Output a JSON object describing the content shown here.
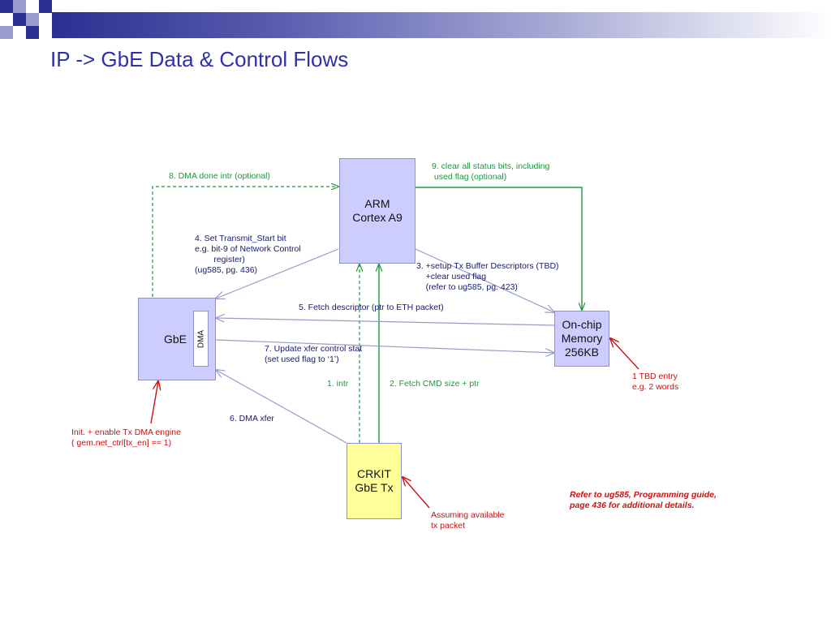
{
  "title": "IP -> GbE Data & Control Flows",
  "colors": {
    "box_fill": "#ccccff",
    "crkit_fill": "#ffff99",
    "title_color": "#2e31a8",
    "green_flow": "#1a9a3a",
    "gray_flow": "#9a9ac8",
    "red_note": "#cc1111"
  },
  "nodes": {
    "arm": [
      "ARM",
      "Cortex A9"
    ],
    "gbe": "GbE",
    "dma": "DMA",
    "memory": [
      "On-chip",
      "Memory",
      "256KB"
    ],
    "crkit": [
      "CRKIT",
      "GbE Tx"
    ]
  },
  "flows": {
    "intr": "1. intr",
    "fetch_cmd": "2. Fetch CMD size + ptr",
    "setup_desc": "3. +setup Tx Buffer Descriptors (TBD)\n    +clear used flag\n    (refer to ug585, pg. 423)",
    "set_tx_start": "4. Set Transmit_Start bit\ne.g. bit-9 of Network Control\n        register)\n(ug585, pg. 436)",
    "fetch_desc": "5. Fetch descriptor (ptr to ETH packet)",
    "dma_xfer": "6. DMA xfer",
    "update_stat": "7. Update xfer control stat\n(set used flag to ‘1’)",
    "dma_done": "8. DMA done intr (optional)",
    "clear_status": "9. clear all status bits, including\n used flag (optional)"
  },
  "annotations": {
    "tbd_entry": "1 TBD entry\ne.g. 2 words",
    "init_enable": "Init. + enable Tx DMA engine\n( gem.net_ctrl[tx_en] == 1)",
    "assuming": "Assuming available\ntx packet",
    "refer": "Refer to ug585, Programming guide,\npage 436 for additional details."
  }
}
